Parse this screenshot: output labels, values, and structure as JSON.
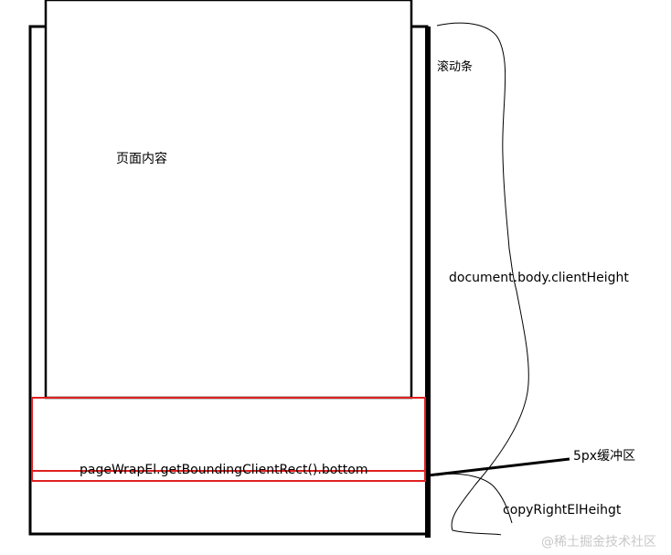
{
  "labels": {
    "page_content": "页面内容",
    "scrollbar": "滚动条",
    "client_height": "document.body.clientHeight",
    "bounding_bottom": "pageWrapEl.getBoundingClientRect().bottom",
    "buffer": "5px缓冲区",
    "copyright_height": "copyRightElHeihgt"
  },
  "watermark": "@稀土掘金技术社区",
  "colors": {
    "stroke": "#000000",
    "highlight": "#e02020",
    "watermark": "#c8c8c8"
  }
}
